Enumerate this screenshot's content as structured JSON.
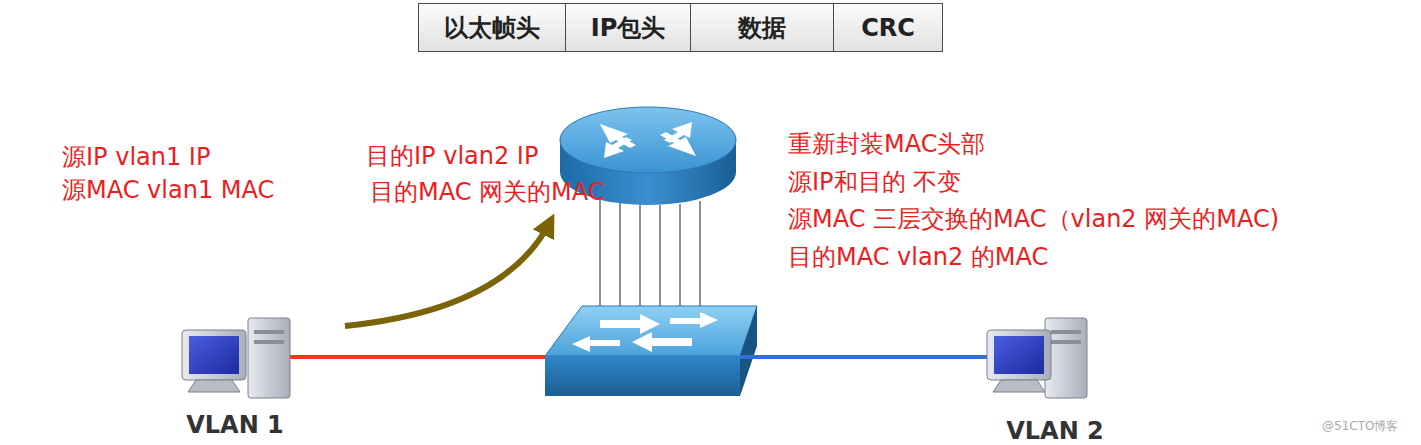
{
  "diagram": {
    "nodes": [
      {
        "text": [
          "以太帧头"
        ]
      },
      {
        "text": [
          "IP包头"
        ]
      },
      {
        "text": [
          "数据"
        ]
      },
      {
        "text": [
          "CRC"
        ]
      },
      {
        "text": [
          "VLAN 1"
        ]
      },
      {
        "text": [
          "VLAN 2"
        ]
      }
    ],
    "labels": [
      "源IP vlan1 IP",
      "源MAC vlan1 MAC",
      "目的IP  vlan2 IP",
      "目的MAC  网关的MAC",
      "重新封装MAC头部",
      "源IP和目的 不变",
      "源MAC 三层交换的MAC（vlan2 网关的MAC)",
      "目的MAC  vlan2 的MAC",
      "@51CTO博客"
    ]
  }
}
